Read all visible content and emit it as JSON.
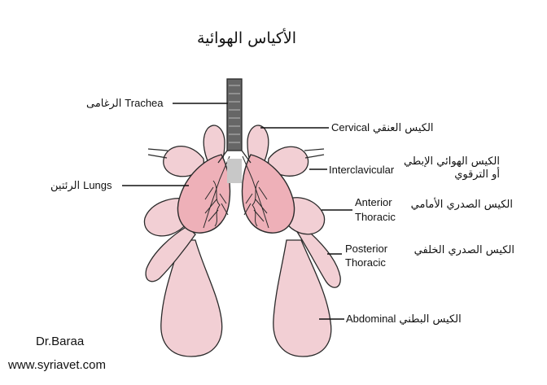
{
  "title": "الأكياس الهوائية",
  "labels": {
    "trachea": {
      "en": "Trachea",
      "ar": "الرغامى"
    },
    "lungs": {
      "en": "Lungs",
      "ar": "الرئتين"
    },
    "cervical": {
      "en": "Cervical",
      "ar": "الكيس العنقي"
    },
    "interclavicular": {
      "en": "Interclavicular",
      "ar_line1": "الكيس الهوائي الإبطي",
      "ar_line2": "أو الترقوي"
    },
    "anterior_thoracic": {
      "en_line1": "Anterior",
      "en_line2": "Thoracic",
      "ar": "الكيس الصدري الأمامي"
    },
    "posterior_thoracic": {
      "en_line1": "Posterior",
      "en_line2": "Thoracic",
      "ar": "الكيس الصدري الخلفي"
    },
    "abdominal": {
      "en": "Abdominal",
      "ar": "الكيس البطني"
    }
  },
  "credit": {
    "name": "Dr.Baraa",
    "url": "www.syriavet.com"
  },
  "colors": {
    "sac": "#f2cfd4",
    "lung": "#eeb0b8",
    "outline": "#2a2a2a"
  }
}
